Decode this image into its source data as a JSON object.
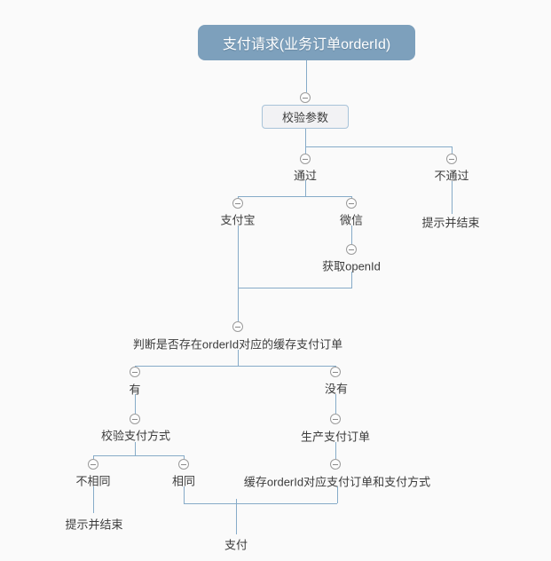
{
  "diagram": {
    "root": {
      "label": "支付请求(业务订单orderId)"
    },
    "nodes": {
      "validate_params": {
        "label": "校验参数"
      },
      "pass": {
        "label": "通过"
      },
      "fail": {
        "label": "不通过"
      },
      "fail_end": {
        "label": "提示并结束"
      },
      "alipay": {
        "label": "支付宝"
      },
      "wechat": {
        "label": "微信"
      },
      "get_openid": {
        "label": "获取openId"
      },
      "check_cached_order": {
        "label": "判断是否存在orderId对应的缓存支付订单"
      },
      "has": {
        "label": "有"
      },
      "has_not": {
        "label": "没有"
      },
      "verify_pay_method": {
        "label": "校验支付方式"
      },
      "create_pay_order": {
        "label": "生产支付订单"
      },
      "not_same": {
        "label": "不相同"
      },
      "same": {
        "label": "相同"
      },
      "cache_order": {
        "label": "缓存orderId对应支付订单和支付方式"
      },
      "not_same_end": {
        "label": "提示并结束"
      },
      "pay": {
        "label": "支付"
      }
    },
    "colors": {
      "root_fill": "#7da0bc",
      "connector": "#86abc8",
      "box_border": "#a8c3d9",
      "box_fill": "#f2f2f4",
      "text": "#3c3c3c",
      "background": "#fafafa"
    }
  }
}
